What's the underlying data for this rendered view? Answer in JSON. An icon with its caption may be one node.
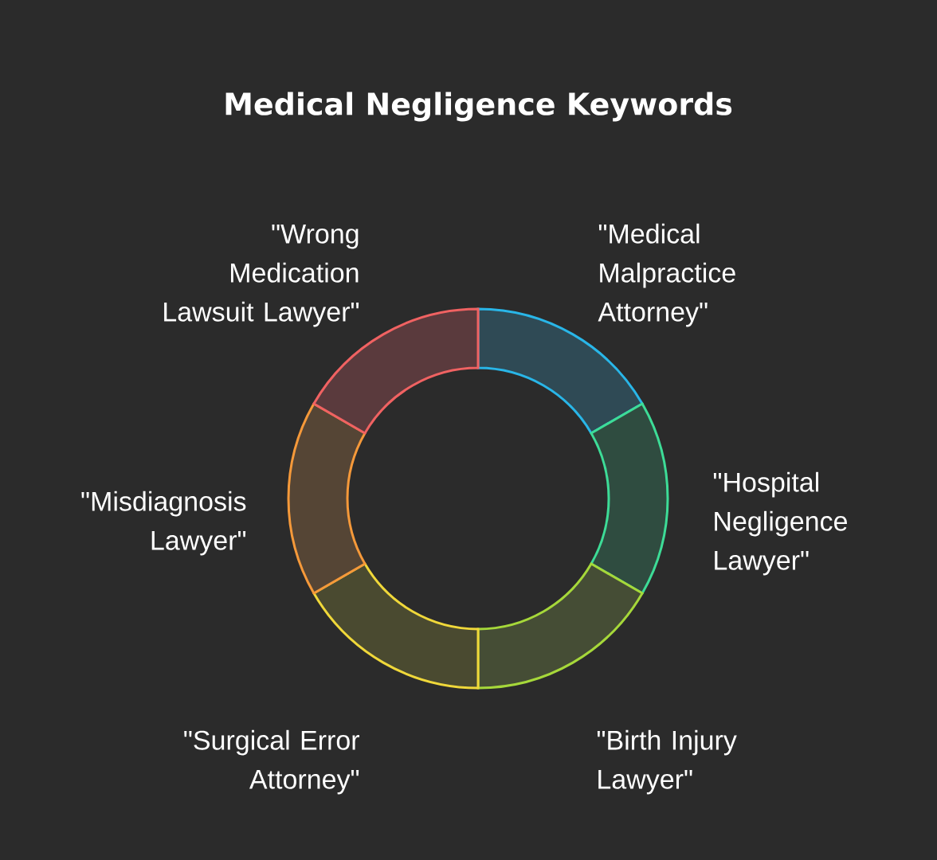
{
  "diagram": {
    "title": "Medical Negligence Keywords",
    "nodes": [
      {
        "text": [],
        "shape": "arc",
        "beside": [
          "\"Medical Malpractice Attorney\""
        ]
      },
      {
        "text": [],
        "shape": "arc",
        "beside": [
          "\"Hospital Negligence Lawyer\""
        ]
      },
      {
        "text": [],
        "shape": "arc",
        "beside": [
          "\"Birth Injury Lawyer\""
        ]
      },
      {
        "text": [],
        "shape": "arc",
        "beside": [
          "\"Surgical Error Attorney\""
        ]
      },
      {
        "text": [],
        "shape": "arc",
        "beside": [
          "\"Misdiagnosis Lawyer\""
        ]
      },
      {
        "text": [],
        "shape": "arc",
        "beside": [
          "\"Wrong Medication Lawsuit Lawyer\""
        ]
      }
    ]
  }
}
